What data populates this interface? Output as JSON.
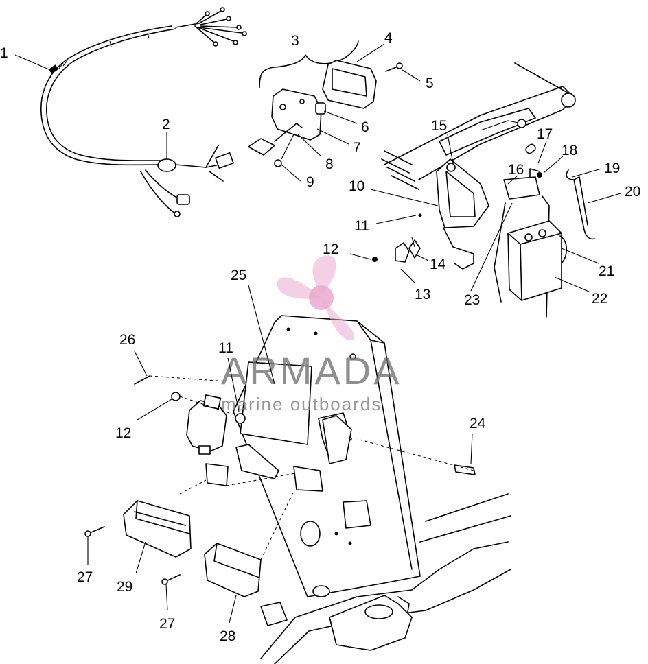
{
  "watermark": {
    "brand": "ARMADA",
    "tagline": "marine outboards",
    "brand_color": "#e8a0c8"
  },
  "callouts": [
    "1",
    "2",
    "3",
    "4",
    "5",
    "6",
    "7",
    "8",
    "9",
    "10",
    "11",
    "12",
    "13",
    "14",
    "15",
    "16",
    "17",
    "18",
    "19",
    "20",
    "21",
    "22",
    "23",
    "25",
    "26",
    "11",
    "12",
    "24",
    "27",
    "29",
    "27",
    "28"
  ]
}
